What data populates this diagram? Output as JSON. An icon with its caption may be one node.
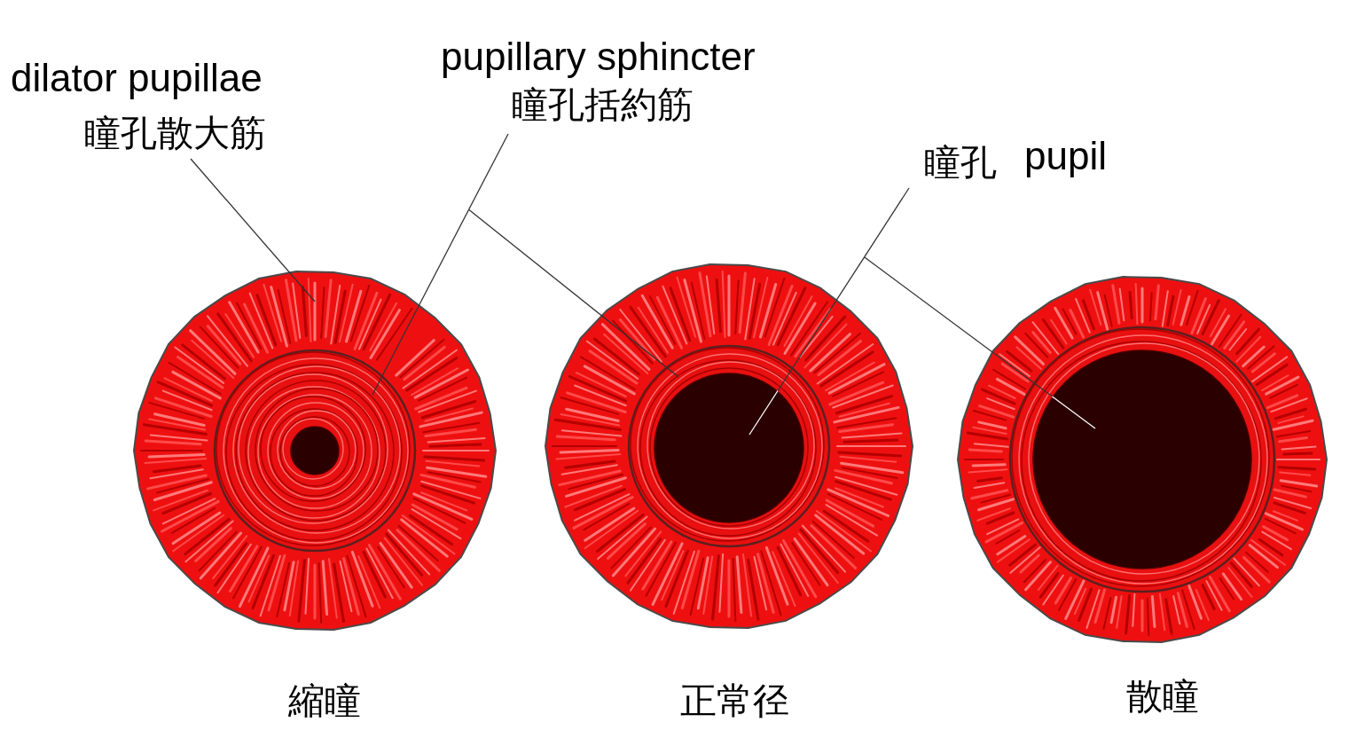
{
  "diagram": {
    "nodes": [
      {
        "text": [
          "dilator pupillae",
          "瞳孔散大筋"
        ]
      },
      {
        "text": [
          "pupillary sphincter",
          "瞳孔括約筋"
        ]
      },
      {
        "text": [
          "瞳孔",
          "pupil"
        ]
      },
      {
        "text": [],
        "shape": "circle"
      },
      {
        "text": [],
        "shape": "circle",
        "in": 3
      },
      {
        "text": [],
        "shape": "circle"
      },
      {
        "text": [],
        "shape": "circle",
        "in": 5
      },
      {
        "text": [],
        "shape": "circle"
      }
    ],
    "edges": [
      {
        "from": 0,
        "to": 3,
        "arrow": "none"
      },
      {
        "from": 1,
        "to": 4,
        "arrow": "none"
      },
      {
        "from": 1,
        "to": 5,
        "arrow": "none"
      },
      {
        "from": 2,
        "to": 6,
        "arrow": "none"
      },
      {
        "from": 2,
        "to": 7,
        "arrow": "none"
      }
    ],
    "labels": [
      "縮瞳",
      "正常径",
      "散瞳"
    ]
  }
}
